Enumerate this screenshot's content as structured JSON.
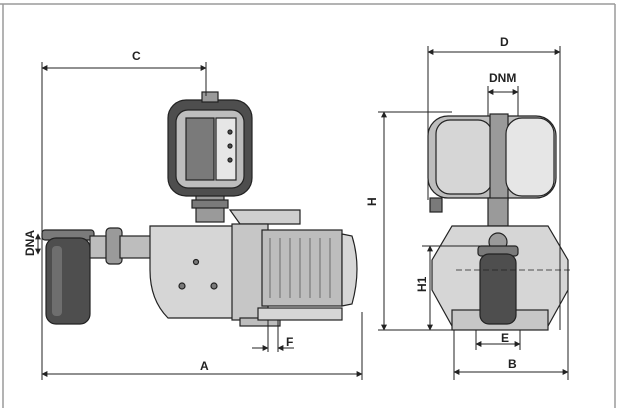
{
  "labels": {
    "A": "A",
    "B": "B",
    "C": "C",
    "D": "D",
    "E": "E",
    "F": "F",
    "H": "H",
    "H1": "H1",
    "DNA": "DNA",
    "DNM": "DNM"
  },
  "colors": {
    "line": "#222222",
    "body_light": "#d6d6d6",
    "body_mid": "#bdbdbd",
    "body_dark": "#7a7a7a",
    "filter_dark": "#4e4e4e",
    "frame": "#9a9a9a"
  }
}
